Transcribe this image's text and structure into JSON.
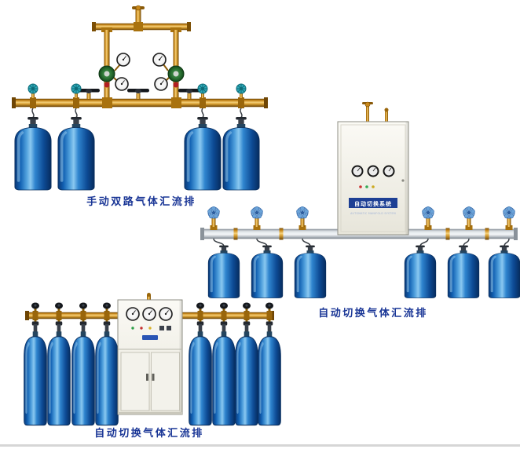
{
  "products": [
    {
      "caption": "手动双路气体汇流排"
    },
    {
      "caption": "自动切换气体汇流排",
      "cabinet_label": "自动切换系统",
      "cabinet_sublabel": "AUTOMATIC MANIFOLD SYSTEM"
    },
    {
      "caption": "自动切换气体汇流排"
    }
  ],
  "colors": {
    "background": "#ffffff",
    "caption_text": "#1a3696",
    "cylinder_blue": "#1d71c8",
    "brass_pipe": "#c9881a",
    "silver_pipe": "#e0e5e9",
    "teal_handwheel": "#2fa8b8",
    "blue_handwheel": "#9cc4ea",
    "cabinet_body": "#f0efe8",
    "cabinet_label_strip": "#1d3f94",
    "divider": "#d6d6d6"
  }
}
